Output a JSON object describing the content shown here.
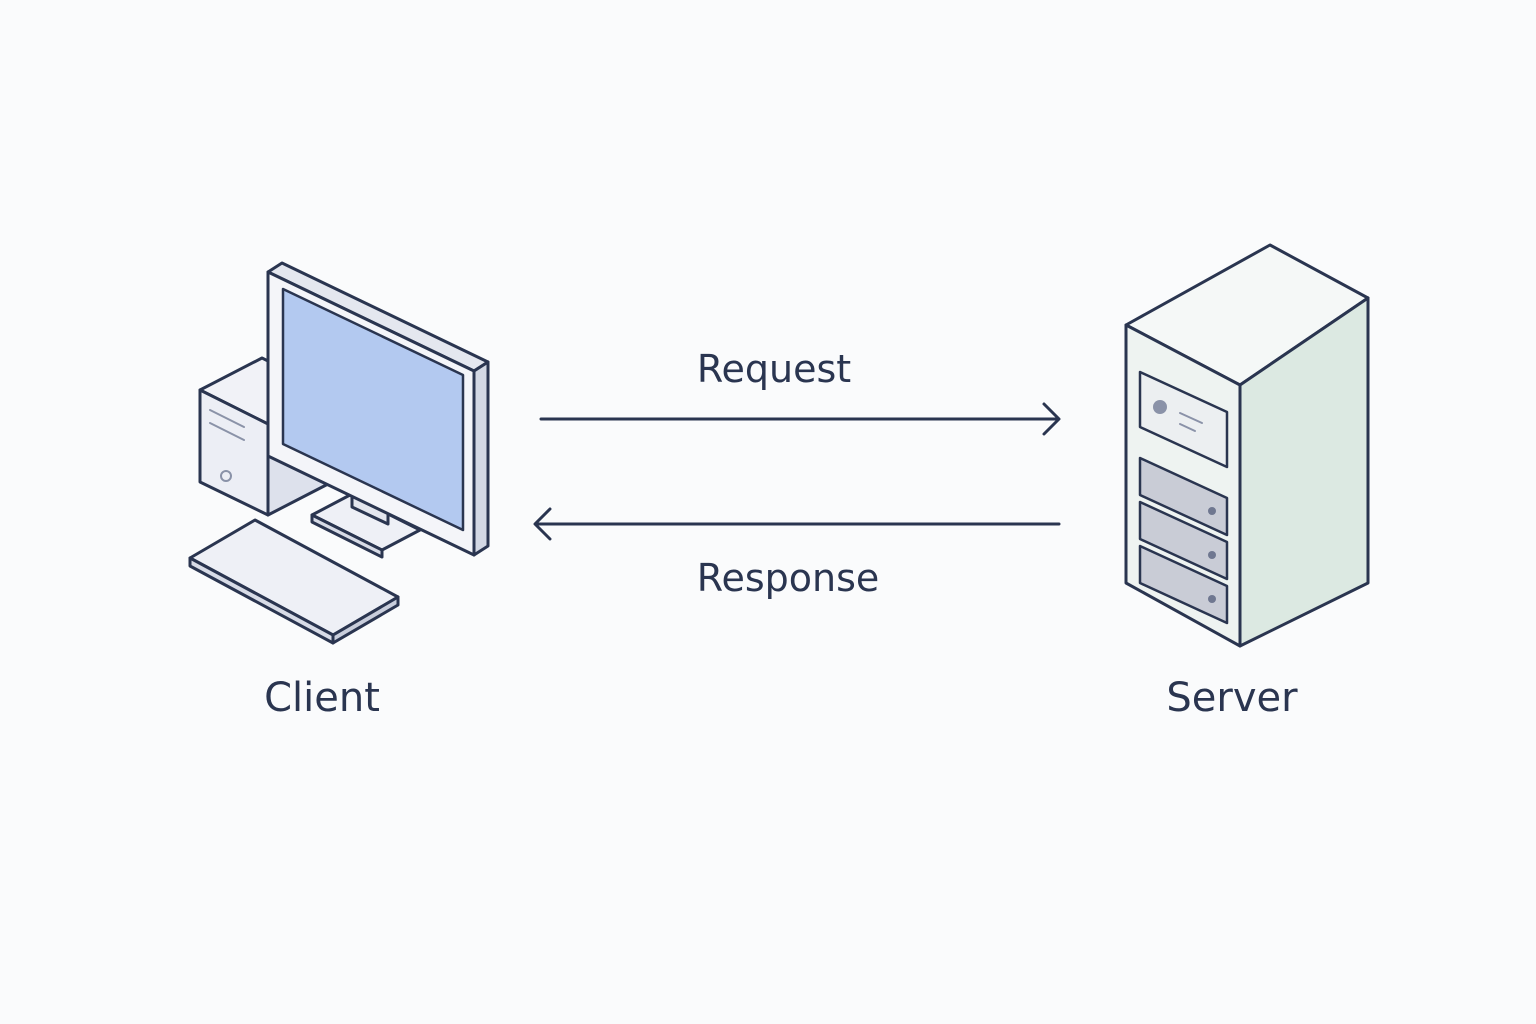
{
  "nodes": {
    "client": {
      "label": "Client"
    },
    "server": {
      "label": "Server"
    }
  },
  "edges": {
    "request": {
      "label": "Request",
      "from": "Client",
      "to": "Server"
    },
    "response": {
      "label": "Response",
      "from": "Server",
      "to": "Client"
    }
  },
  "colors": {
    "background": "#fafbfc",
    "stroke": "#2a3550",
    "screen": "#b3c9f0",
    "server_front": "#eef3f1",
    "server_side": "#dce9e2",
    "drive_bay": "#c9ccd6"
  },
  "icons": [
    "desktop-computer-icon",
    "server-tower-icon",
    "right-arrow-icon",
    "left-arrow-icon"
  ]
}
